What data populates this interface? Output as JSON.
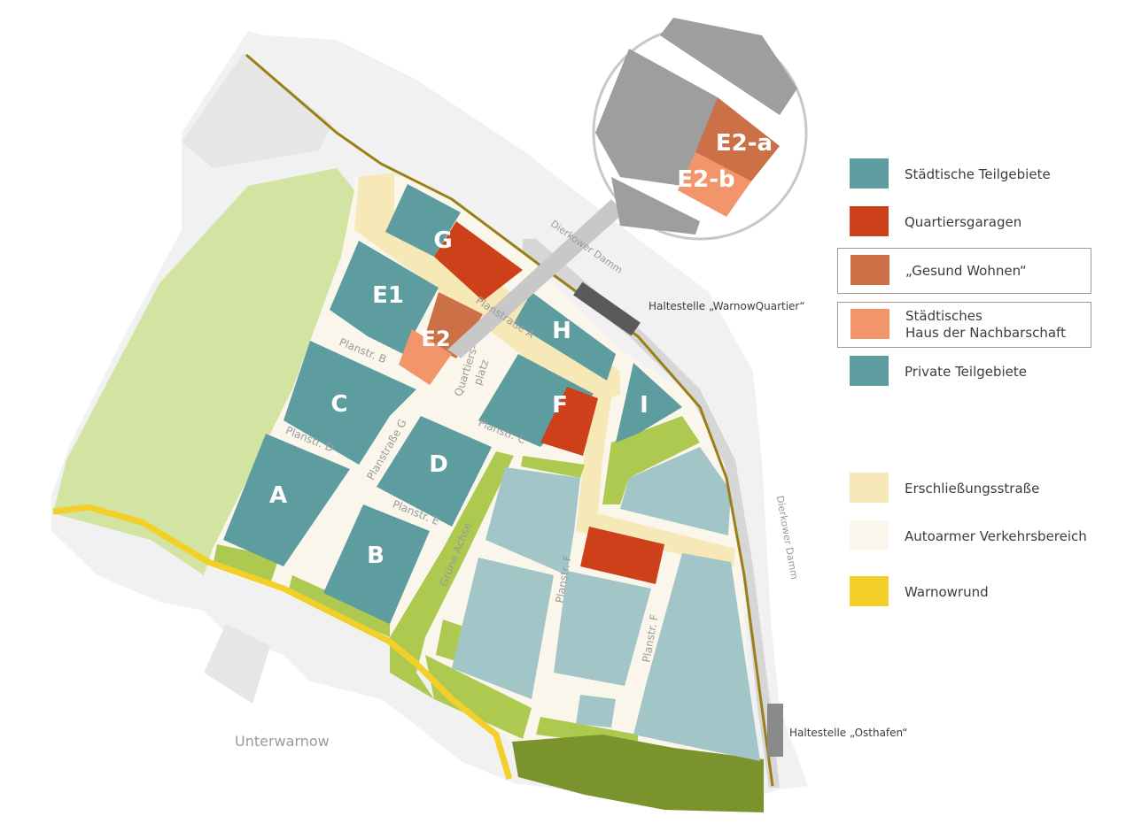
{
  "map": {
    "blocks": [
      {
        "id": "G",
        "label": "G"
      },
      {
        "id": "E1",
        "label": "E1"
      },
      {
        "id": "E2",
        "label": "E2"
      },
      {
        "id": "H",
        "label": "H"
      },
      {
        "id": "C",
        "label": "C"
      },
      {
        "id": "F",
        "label": "F"
      },
      {
        "id": "I",
        "label": "I"
      },
      {
        "id": "D",
        "label": "D"
      },
      {
        "id": "A",
        "label": "A"
      },
      {
        "id": "B",
        "label": "B"
      }
    ],
    "zoom_labels": {
      "e2a": "E2-a",
      "e2b": "E2-b"
    },
    "streets": {
      "planstrasse_a": "Planstraße A",
      "planstr_b": "Planstr. B",
      "planstr_c": "Planstr. C",
      "planstr_d": "Planstr. D",
      "planstr_e": "Planstr. E",
      "planstr_f1": "Planstr. F",
      "planstr_f2": "Planstr. F",
      "planstrasse_g": "Planstraße G",
      "quartiersplatz_1": "Quartiers-",
      "quartiersplatz_2": "platz",
      "gruene_achse": "Grüne Achse",
      "dierkower_damm_top": "Dierkower Damm",
      "dierkower_damm_right": "Dierkower Damm"
    },
    "places": {
      "haltestelle_warnow": "Haltestelle „WarnowQuartier“",
      "haltestelle_osthafen": "Haltestelle „Osthafen“",
      "unterwarnow": "Unterwarnow"
    },
    "colors": {
      "teal": "#5d9c9f",
      "light_teal": "#a2c5c7",
      "red": "#cd4019",
      "terracotta": "#cc7048",
      "salmon": "#f2956b",
      "road_yellow": "#f6e9b7",
      "car_reduced": "#faf6ec",
      "warnowrund": "#f2d029",
      "light_green": "#d3e3a2",
      "mid_green": "#aec94f",
      "dark_green": "#7a932d",
      "rail": "#d6d6d6",
      "buildings_gray": "#9e9e9e",
      "rail_line": "#9a7f16"
    }
  },
  "legend": {
    "items": [
      {
        "label": "Städtische Teilgebiete",
        "color": "#5d9c9f"
      },
      {
        "label": "Quartiersgaragen",
        "color": "#cd4019"
      },
      {
        "label": "„Gesund Wohnen“",
        "color": "#cc7048"
      },
      {
        "label": "Städtisches\nHaus der Nachbarschaft",
        "color": "#f2956b"
      },
      {
        "label": "Private Teilgebiete",
        "color": "#5d9c9f"
      },
      {
        "label": "Erschließungsstraße",
        "color": "#f6e9b7"
      },
      {
        "label": "Autoarmer Verkehrsbereich",
        "color": "#faf6ec"
      },
      {
        "label": "Warnowrund",
        "color": "#f2d029"
      }
    ]
  }
}
